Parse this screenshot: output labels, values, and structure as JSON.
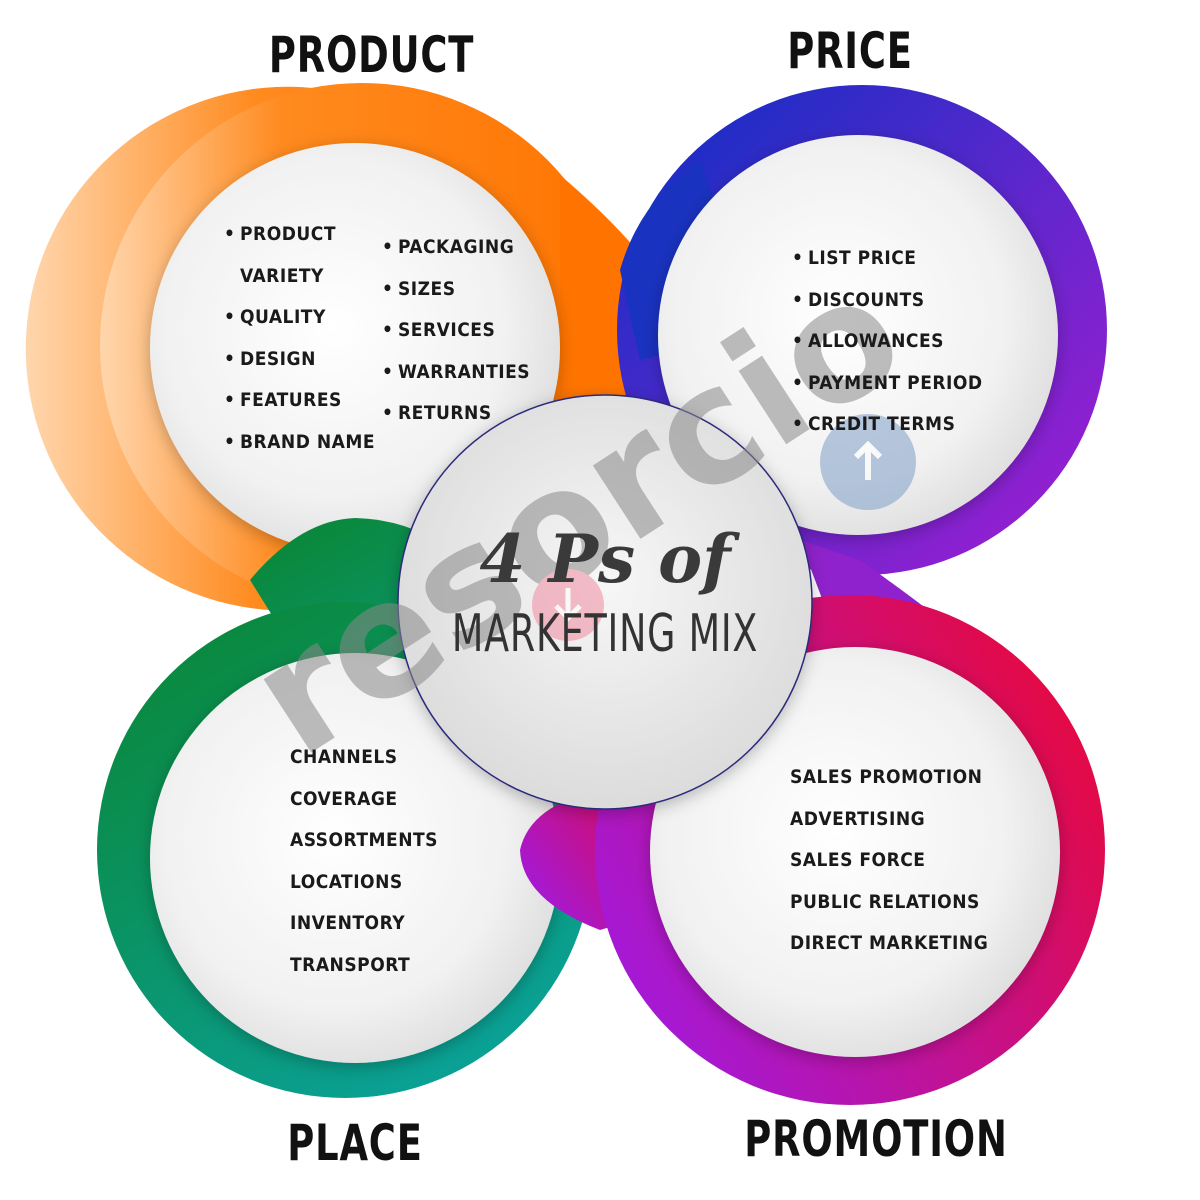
{
  "titles": {
    "product": "PRODUCT",
    "price": "PRICE",
    "place": "PLACE",
    "promotion": "PROMOTION"
  },
  "center": {
    "line1": "4 Ps of",
    "line2": "MARKETING MIX"
  },
  "product": {
    "col1": [
      "PRODUCT",
      "VARIETY",
      "QUALITY",
      "DESIGN",
      "FEATURES",
      "BRAND NAME"
    ],
    "col2": [
      "PACKAGING",
      "SIZES",
      "SERVICES",
      "WARRANTIES",
      "RETURNS"
    ]
  },
  "price": {
    "items": [
      "LIST PRICE",
      "DISCOUNTS",
      "ALLOWANCES",
      "PAYMENT PERIOD",
      "CREDIT TERMS"
    ]
  },
  "place": {
    "items": [
      "CHANNELS",
      "COVERAGE",
      "ASSORTMENTS",
      "LOCATIONS",
      "INVENTORY",
      "TRANSPORT"
    ]
  },
  "promotion": {
    "items": [
      "SALES PROMOTION",
      "ADVERTISING",
      "SALES FORCE",
      "PUBLIC RELATIONS",
      "DIRECT MARKETING"
    ]
  },
  "watermark": {
    "text": "resorcio"
  },
  "colors": {
    "product_light": "#ffc58a",
    "product": "#ff7a0a",
    "price_blue": "#1230c4",
    "price_purple": "#a21fd0",
    "place_green": "#0a8a35",
    "place_teal": "#0aa090",
    "promotion_purple": "#a01ad8",
    "promotion_red": "#e00a3c",
    "inner_circle": "#ececec",
    "text": "#1a1a1a"
  }
}
